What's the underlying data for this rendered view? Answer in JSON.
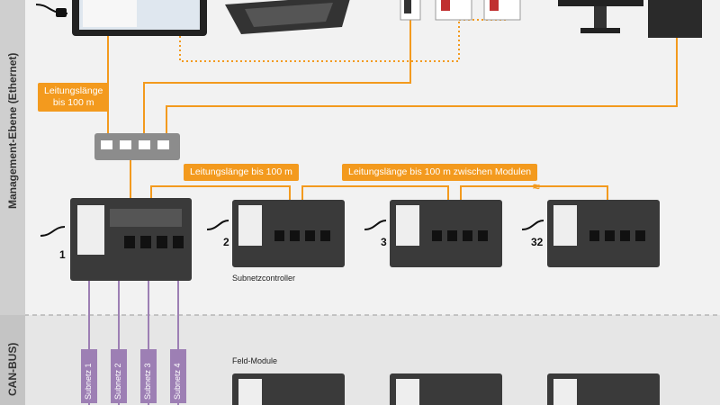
{
  "labels": {
    "management_level": "Management-Ebene (Ethernet)",
    "can_bus": "CAN-BUS)",
    "cable_length_vertical": "Leitungslänge\nbis 100 m",
    "cable_length_1": "Leitungslänge bis 100 m",
    "cable_length_2": "Leitungslänge bis 100 m zwischen Modulen",
    "subnet_controller": "Subnetzcontroller",
    "field_modules": "Feld-Module"
  },
  "controllers": [
    {
      "number": "1"
    },
    {
      "number": "2"
    },
    {
      "number": "3"
    },
    {
      "number": "32"
    }
  ],
  "subnets": [
    "Subnetz 1",
    "Subnetz 2",
    "Subnetz 3",
    "Subnetz 4"
  ],
  "colors": {
    "ethernet_line": "#f39a1e",
    "subnet_line": "#9d7fb4",
    "device_body": "#3a3a3a",
    "background": "#f2f2f2",
    "side_band": "#cfcfcf"
  },
  "icons": [
    "power-plug-icon",
    "touch-panel-icon",
    "laptop-icon",
    "meter-icon",
    "desktop-computer-icon",
    "network-switch-icon"
  ]
}
